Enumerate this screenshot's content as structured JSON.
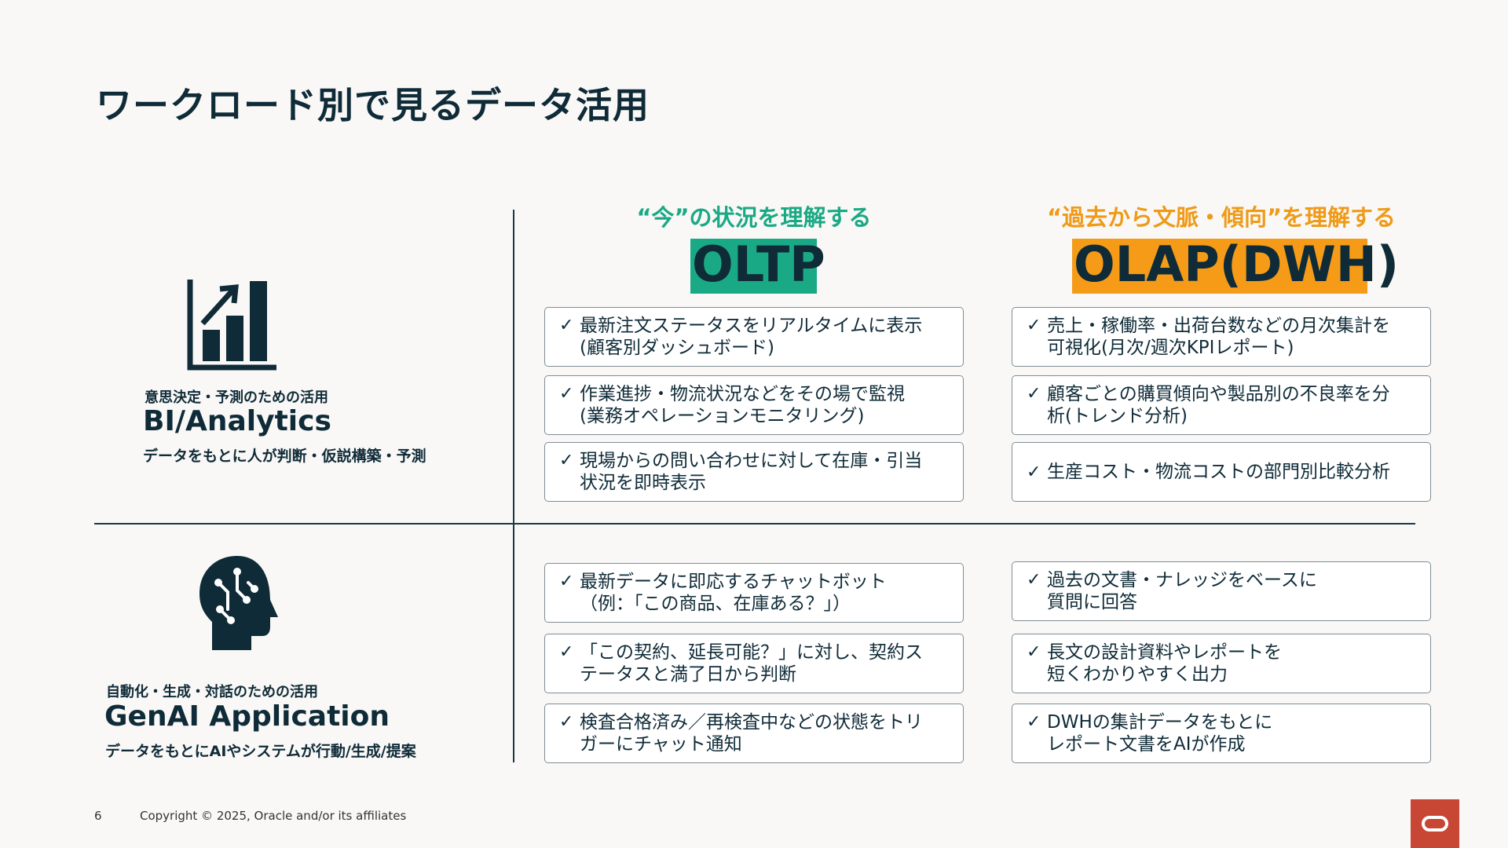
{
  "title": "ワークロード別で見るデータ活用",
  "oltp": {
    "subtitle": "“今”の状況を理解する",
    "heading": "OLTP",
    "bi_items": [
      "最新注文ステータスをリアルタイムに表示\n(顧客別ダッシュボード)",
      "作業進捗・物流状況などをその場で監視\n(業務オペレーションモニタリング)",
      "現場からの問い合わせに対して在庫・引当\n状況を即時表示"
    ],
    "genai_items": [
      "最新データに即応するチャットボット\n（例：「この商品、在庫ある？」）",
      "「この契約、延長可能？」に対し、契約ス\nテータスと満了日から判断",
      "検査合格済み／再検査中などの状態をトリ\nガーにチャット通知"
    ]
  },
  "olap": {
    "subtitle": "“過去から文脈・傾向”を理解する",
    "heading": "OLAP(DWH)",
    "bi_items": [
      "売上・稼働率・出荷台数などの月次集計を\n可視化(月次/週次KPIレポート)",
      "顧客ごとの購買傾向や製品別の不良率を分\n析(トレンド分析)",
      "生産コスト・物流コストの部門別比較分析"
    ],
    "genai_items": [
      "過去の文書・ナレッジをベースに\n質問に回答",
      "長文の設計資料やレポートを\n短くわかりやすく出力",
      "DWHの集計データをもとに\nレポート文書をAIが作成"
    ]
  },
  "check_mark": "✓",
  "bi": {
    "small": "意思決定・予測のための活用",
    "big": "BI/Analytics",
    "desc": "データをもとに人が判断・仮説構築・予測",
    "icon": "bar-chart-growth-icon"
  },
  "genai": {
    "small": "自動化・生成・対話のための活用",
    "big": "GenAI Application",
    "desc": "データをもとにAIやシステムが行動/生成/提案",
    "icon": "ai-head-circuit-icon"
  },
  "footer": {
    "page": "6",
    "copyright": "Copyright © 2025, Oracle and/or its affiliates"
  },
  "colors": {
    "oltp_accent": "#1aa985",
    "olap_accent": "#f59b18",
    "text": "#0f2b38",
    "logo": "#c74634"
  }
}
